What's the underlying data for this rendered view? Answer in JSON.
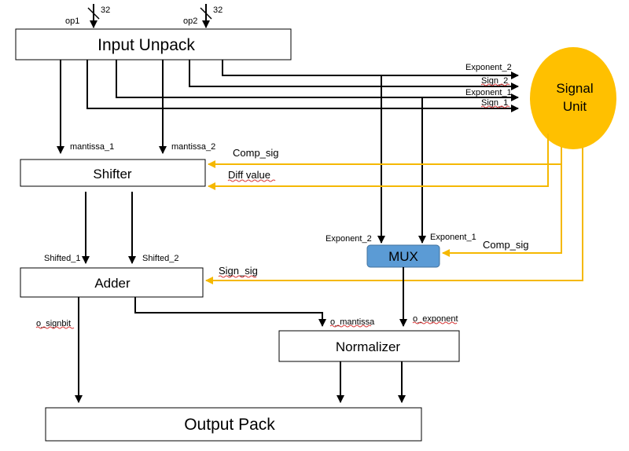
{
  "blocks": {
    "input_unpack": "Input Unpack",
    "shifter": "Shifter",
    "adder": "Adder",
    "normalizer": "Normalizer",
    "output_pack": "Output Pack",
    "mux": "MUX",
    "signal_unit_line1": "Signal",
    "signal_unit_line2": "Unit"
  },
  "inputs": {
    "op1": "op1",
    "op2": "op2",
    "width1": "32",
    "width2": "32"
  },
  "wires": {
    "exponent_2": "Exponent_2",
    "sign_2": "Sign_2",
    "exponent_1": "Exponent_1",
    "sign_1": "Sign_1",
    "mantissa_1": "mantissa_1",
    "mantissa_2": "mantissa_2",
    "comp_sig_shifter": "Comp_sig",
    "diff_value": "Diff value",
    "mux_exponent_2": "Exponent_2",
    "mux_exponent_1": "Exponent_1",
    "comp_sig_mux": "Comp_sig",
    "shifted_1": "Shifted_1",
    "shifted_2": "Shifted_2",
    "sign_sig": "Sign_sig",
    "o_signbit": "o_signbit",
    "o_mantissa": "o_mantissa",
    "o_exponent": "o_exponent"
  },
  "colors": {
    "signal_unit_fill": "#ffc000",
    "control_wire": "#f5b800",
    "mux_fill": "#5b9bd5",
    "data_wire": "#000000"
  }
}
